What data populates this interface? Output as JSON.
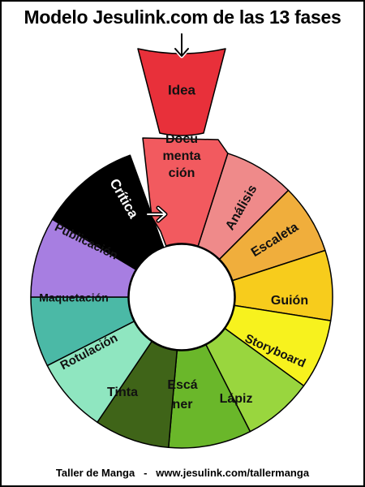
{
  "title": "Modelo Jesulink.com de las 13 fases",
  "footer": {
    "left": "Taller de Manga",
    "separator": "-",
    "right": "www.jesulink.com/tallermanga"
  },
  "colors": {
    "idea": "#e8303a",
    "documentacion": "#f25a5f",
    "analisis": "#ef8a8a",
    "escaleta": "#f0ae3c",
    "guion": "#f7cc1c",
    "storyboard": "#f7f21e",
    "lapiz": "#99d63e",
    "escaner": "#6ab72a",
    "tinta": "#3f6418",
    "rotulacion": "#8fe6c0",
    "maquetacion": "#4bb9a6",
    "publicacion": "#a77ee1",
    "critica": "#000000"
  },
  "phases": {
    "idea": [
      "Idea"
    ],
    "documentacion": [
      "Docu",
      "menta",
      "ción"
    ],
    "analisis": [
      "Análisis"
    ],
    "escaleta": [
      "Escaleta"
    ],
    "guion": [
      "Guión"
    ],
    "storyboard": [
      "Storyboard"
    ],
    "lapiz": [
      "Lápiz"
    ],
    "escaner": [
      "Escá",
      "ner"
    ],
    "tinta": [
      "Tinta"
    ],
    "rotulacion": [
      "Rotulación"
    ],
    "maquetacion": [
      "Maquetación"
    ],
    "publicacion": [
      "Publicación"
    ],
    "critica": [
      "Crítica"
    ]
  }
}
